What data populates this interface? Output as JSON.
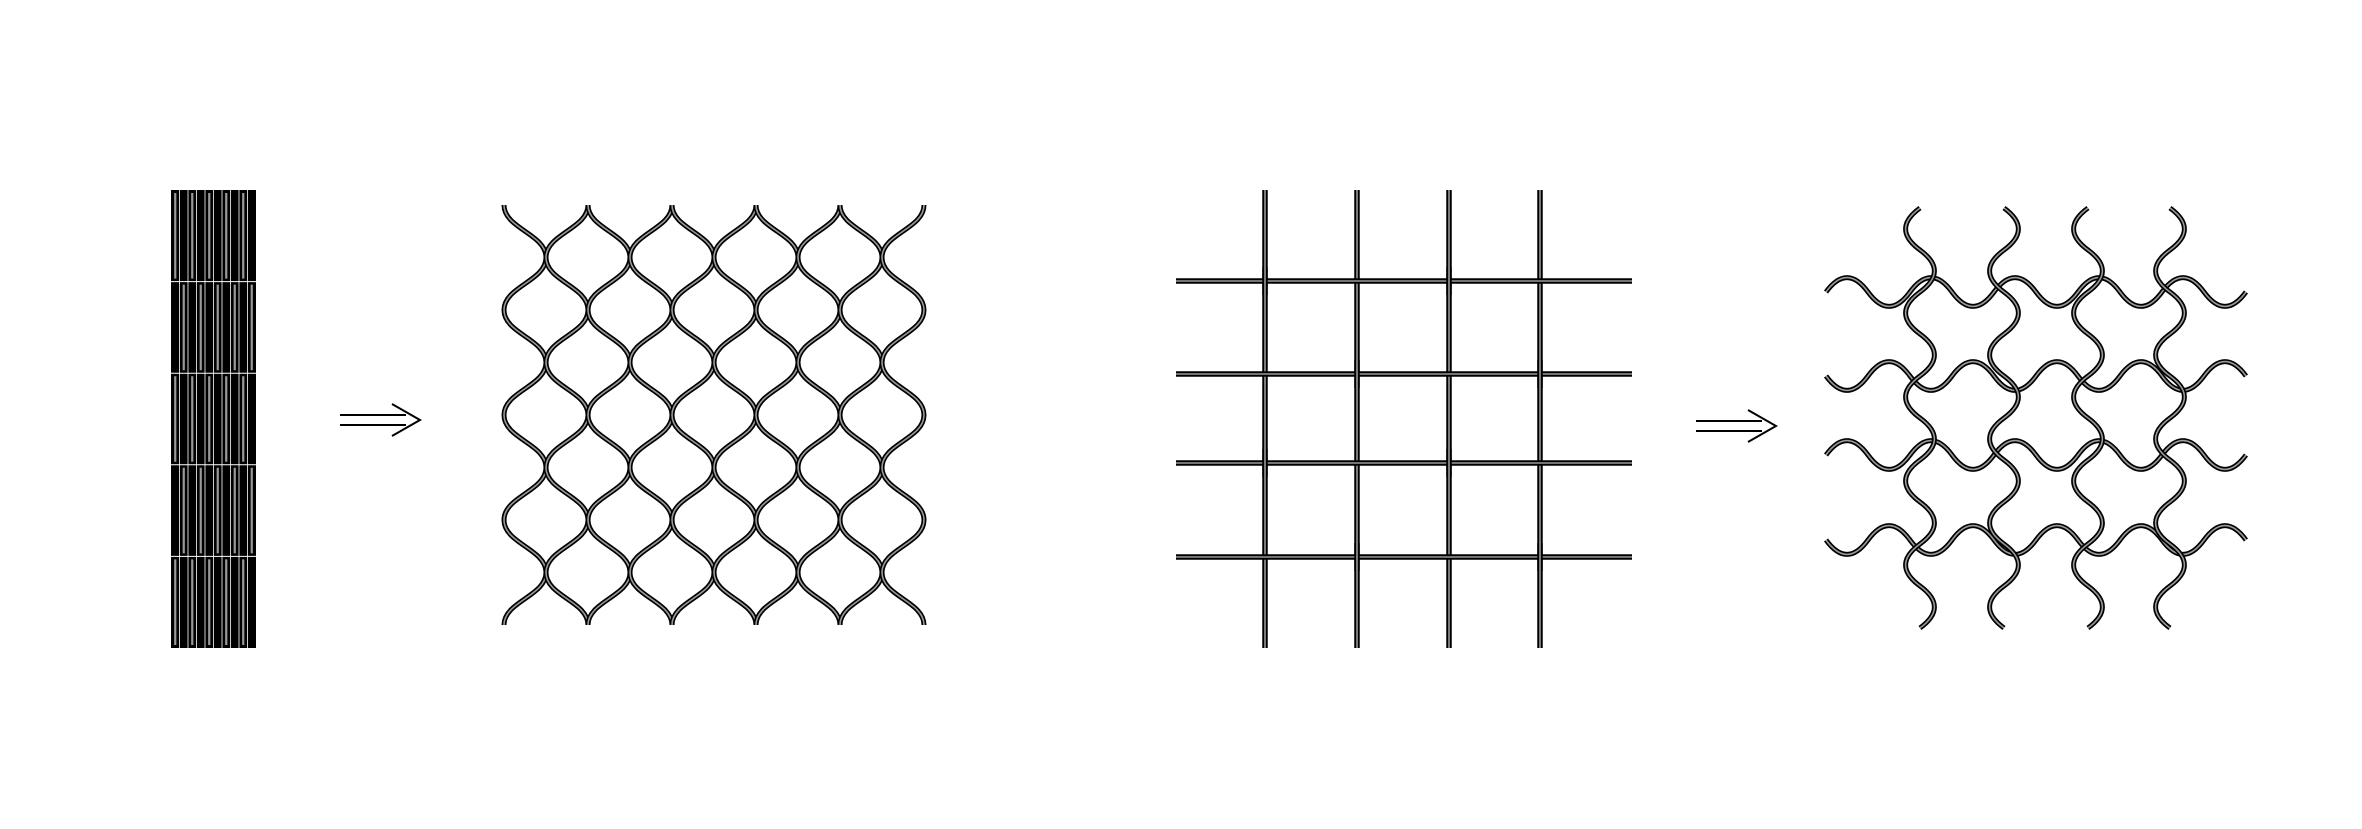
{
  "figure": {
    "background": "#ffffff",
    "stroke_dark": "#000000",
    "stroke_light": "#9a9a9a",
    "panels": [
      {
        "id": "packed-strand-bundle",
        "strands": 10,
        "segments": 5
      },
      {
        "id": "expanded-wavy-net",
        "strands": 10,
        "rows": 8
      },
      {
        "id": "square-mesh",
        "vertical_bars": 4,
        "horizontal_bars": 4
      },
      {
        "id": "expanded-wavy-mesh",
        "vertical_waves": 4,
        "horizontal_waves": 4
      }
    ],
    "arrows": [
      {
        "id": "arrow-1",
        "glyph": "double-right-arrow"
      },
      {
        "id": "arrow-2",
        "glyph": "double-right-arrow"
      }
    ]
  }
}
